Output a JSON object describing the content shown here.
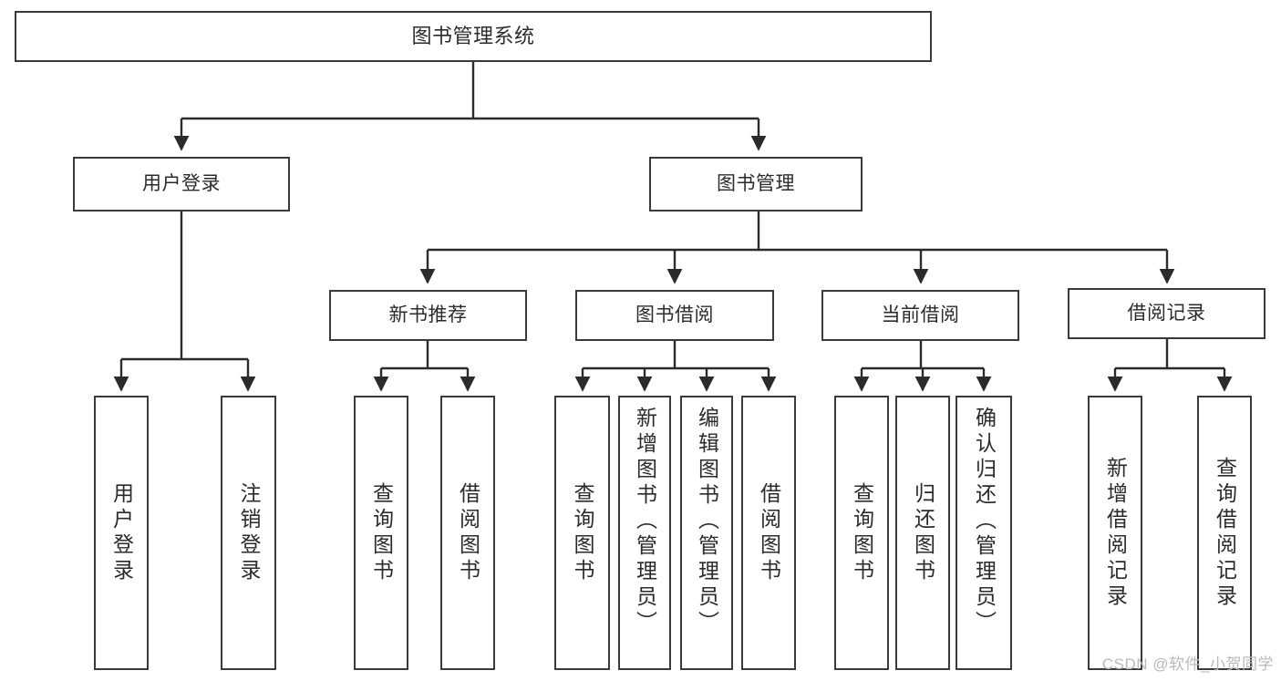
{
  "diagram": {
    "title": "图书管理系统",
    "type": "tree",
    "colors": {
      "box_border": "#3a3a3a",
      "box_fill": "#ffffff",
      "text": "#2b2b2b",
      "connector": "#2b2b2b",
      "watermark": "#b9b9b9"
    },
    "root": {
      "id": "root",
      "label": "图书管理系统"
    },
    "level2": [
      {
        "id": "user-login",
        "label": "用户登录"
      },
      {
        "id": "book-manage",
        "label": "图书管理"
      }
    ],
    "level3": [
      {
        "id": "new-book-recommend",
        "label": "新书推荐"
      },
      {
        "id": "book-borrow",
        "label": "图书借阅"
      },
      {
        "id": "current-borrow",
        "label": "当前借阅"
      },
      {
        "id": "borrow-record",
        "label": "借阅记录"
      }
    ],
    "leaves": {
      "user_login": [
        {
          "id": "leaf-user-login",
          "label": "用户登录"
        },
        {
          "id": "leaf-logout-login",
          "label": "注销登录"
        }
      ],
      "new_book_recommend": [
        {
          "id": "leaf-query-book-1",
          "label": "查询图书"
        },
        {
          "id": "leaf-borrow-book-1",
          "label": "借阅图书"
        }
      ],
      "book_borrow": [
        {
          "id": "leaf-query-book-2",
          "label": "查询图书"
        },
        {
          "id": "leaf-add-book",
          "label": "新增图书（管理员）"
        },
        {
          "id": "leaf-edit-book",
          "label": "编辑图书（管理员）"
        },
        {
          "id": "leaf-borrow-book-2",
          "label": "借阅图书"
        }
      ],
      "current_borrow": [
        {
          "id": "leaf-query-book-3",
          "label": "查询图书"
        },
        {
          "id": "leaf-return-book",
          "label": "归还图书"
        },
        {
          "id": "leaf-confirm-return",
          "label": "确认归还（管理员）"
        }
      ],
      "borrow_record": [
        {
          "id": "leaf-add-record",
          "label": "新增借阅记录"
        },
        {
          "id": "leaf-query-record",
          "label": "查询借阅记录"
        }
      ]
    }
  },
  "watermark": {
    "text": "CSDN @软件_小贺同学"
  }
}
